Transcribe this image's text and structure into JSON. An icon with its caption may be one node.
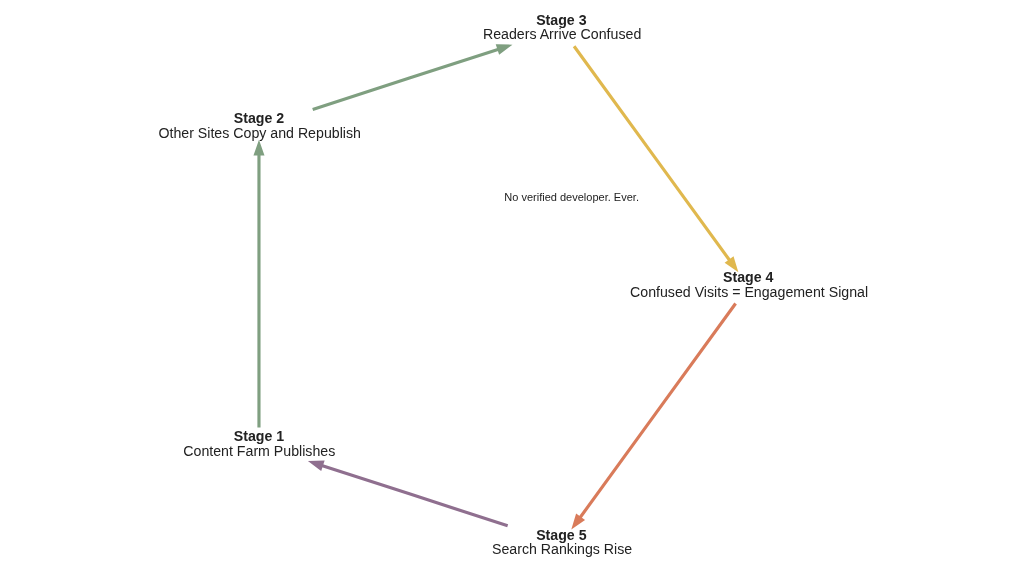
{
  "diagram": {
    "nodes": [
      {
        "text": [
          "Stage 1",
          "Content Farm Publishes"
        ]
      },
      {
        "text": [
          "Stage 2",
          "Other Sites Copy and Republish"
        ]
      },
      {
        "text": [
          "Stage 3",
          "Readers Arrive Confused"
        ]
      },
      {
        "text": [
          "Stage 4",
          "Confused Visits = Engagement Signal"
        ]
      },
      {
        "text": [
          "Stage 5",
          "Search Rankings Rise"
        ]
      }
    ],
    "edges": [
      {
        "from": 0,
        "to": 1,
        "arrow": "to",
        "color": "#7f9f80"
      },
      {
        "from": 1,
        "to": 2,
        "arrow": "to",
        "color": "#7f9f80"
      },
      {
        "from": 2,
        "to": 3,
        "arrow": "to",
        "color": "#e0b84e"
      },
      {
        "from": 3,
        "to": 4,
        "arrow": "to",
        "color": "#d97b5a"
      },
      {
        "from": 4,
        "to": 0,
        "arrow": "to",
        "color": "#8f6f8f"
      }
    ],
    "labels": [
      "No verified developer. Ever."
    ]
  }
}
